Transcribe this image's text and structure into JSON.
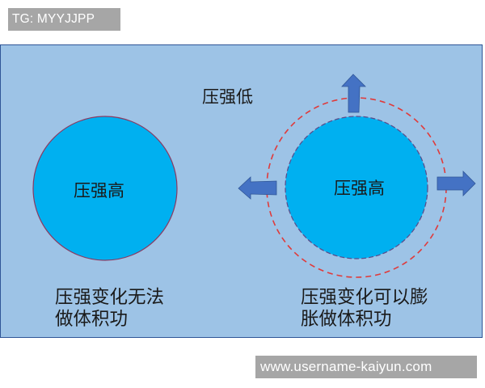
{
  "watermarks": {
    "top": "TG: MYYJJPP",
    "bottom": "www.username-kaiyun.com"
  },
  "diagram": {
    "outside_label": "压强低",
    "left_circle": {
      "label": "压强高",
      "caption_line1": "压强变化无法",
      "caption_line2": "做体积功"
    },
    "right_circle": {
      "label": "压强高",
      "caption_line1": "压强变化可以膨",
      "caption_line2": "胀做体积功",
      "arrows": [
        "arrow-up",
        "arrow-left",
        "arrow-right"
      ]
    }
  },
  "colors": {
    "panel_bg": "#9dc3e6",
    "panel_border": "#2f5597",
    "circle_fill": "#00b0f0",
    "circle_border": "#8b3a62",
    "dashed_ring": "#e03a3a",
    "arrow_fill": "#4472c4",
    "watermark_bg": "#a6a6a6"
  }
}
